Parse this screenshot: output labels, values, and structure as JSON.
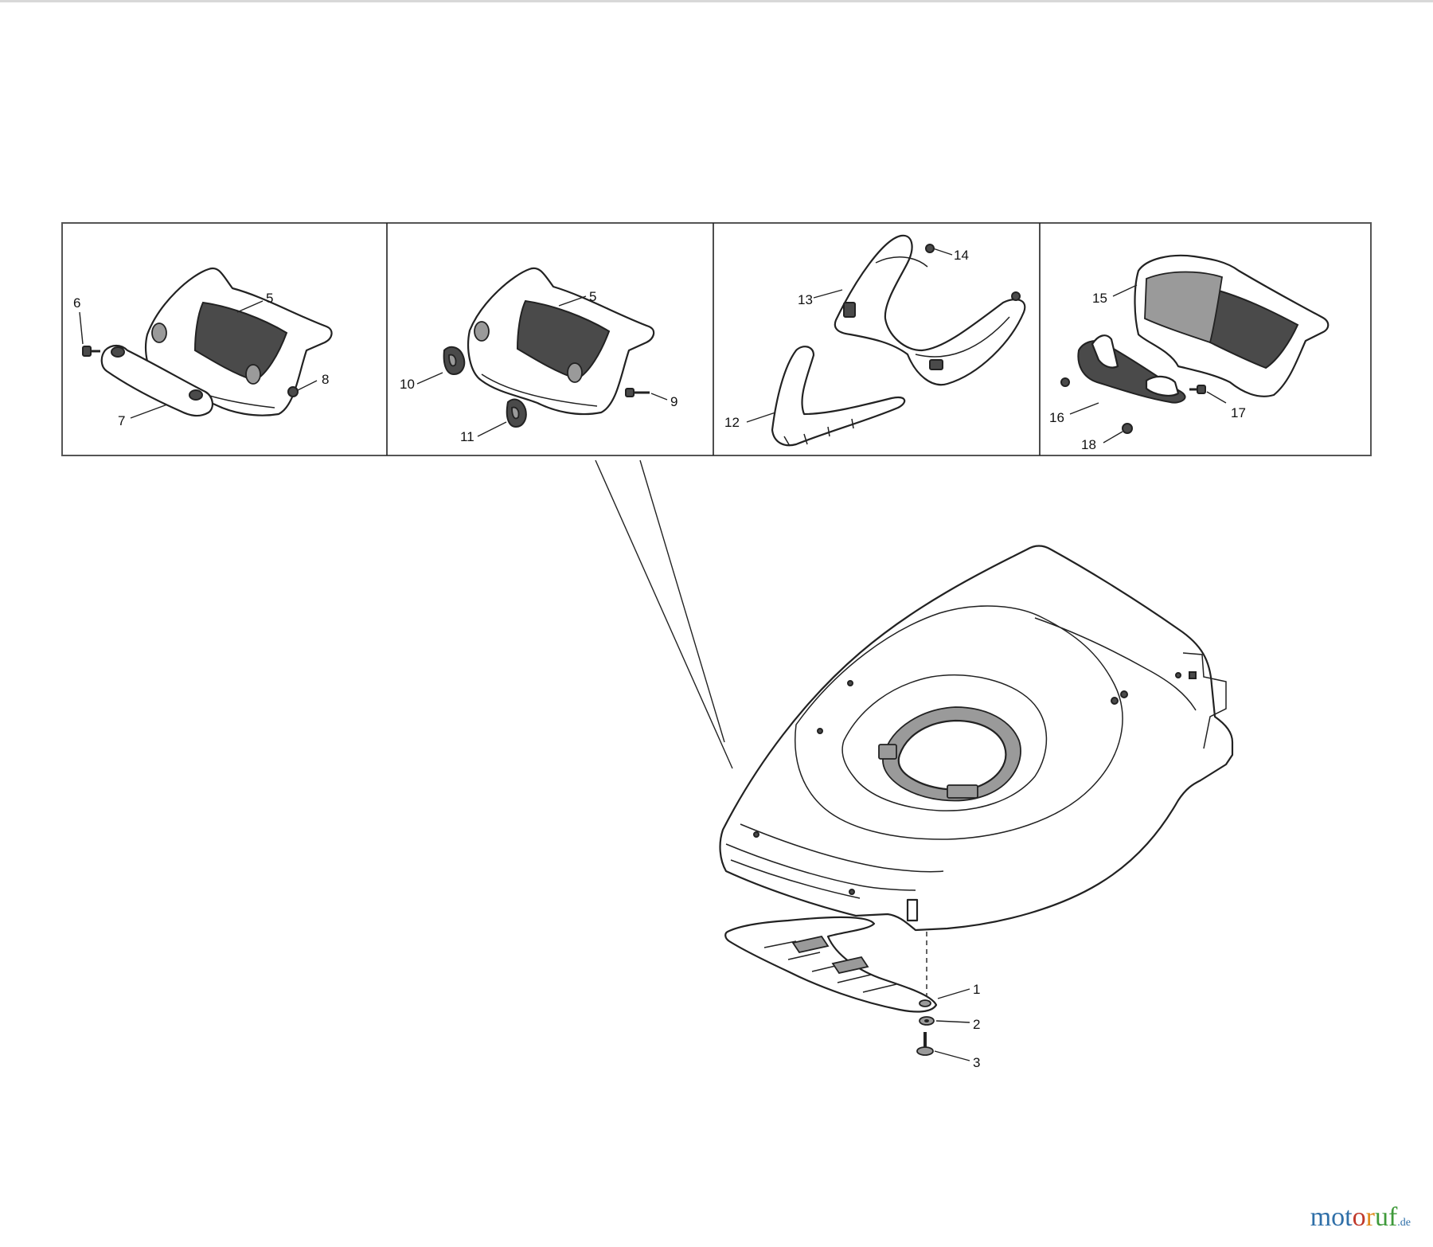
{
  "callouts": [
    {
      "id": "c1",
      "label": "1"
    },
    {
      "id": "c2",
      "label": "2"
    },
    {
      "id": "c3",
      "label": "3"
    },
    {
      "id": "c5a",
      "label": "5"
    },
    {
      "id": "c5b",
      "label": "5"
    },
    {
      "id": "c6",
      "label": "6"
    },
    {
      "id": "c7",
      "label": "7"
    },
    {
      "id": "c8",
      "label": "8"
    },
    {
      "id": "c9",
      "label": "9"
    },
    {
      "id": "c10",
      "label": "10"
    },
    {
      "id": "c11",
      "label": "11"
    },
    {
      "id": "c12",
      "label": "12"
    },
    {
      "id": "c13",
      "label": "13"
    },
    {
      "id": "c14",
      "label": "14"
    },
    {
      "id": "c15",
      "label": "15"
    },
    {
      "id": "c16",
      "label": "16"
    },
    {
      "id": "c17",
      "label": "17"
    },
    {
      "id": "c18",
      "label": "18"
    }
  ],
  "watermark": {
    "letters": [
      {
        "ch": "m",
        "color": "#2f6fa8"
      },
      {
        "ch": "o",
        "color": "#2f6fa8"
      },
      {
        "ch": "t",
        "color": "#2f6fa8"
      },
      {
        "ch": "o",
        "color": "#c0392b"
      },
      {
        "ch": "r",
        "color": "#e08a1e"
      },
      {
        "ch": "u",
        "color": "#3f9a3a"
      },
      {
        "ch": "f",
        "color": "#3f9a3a"
      }
    ],
    "suffix": ".de"
  }
}
